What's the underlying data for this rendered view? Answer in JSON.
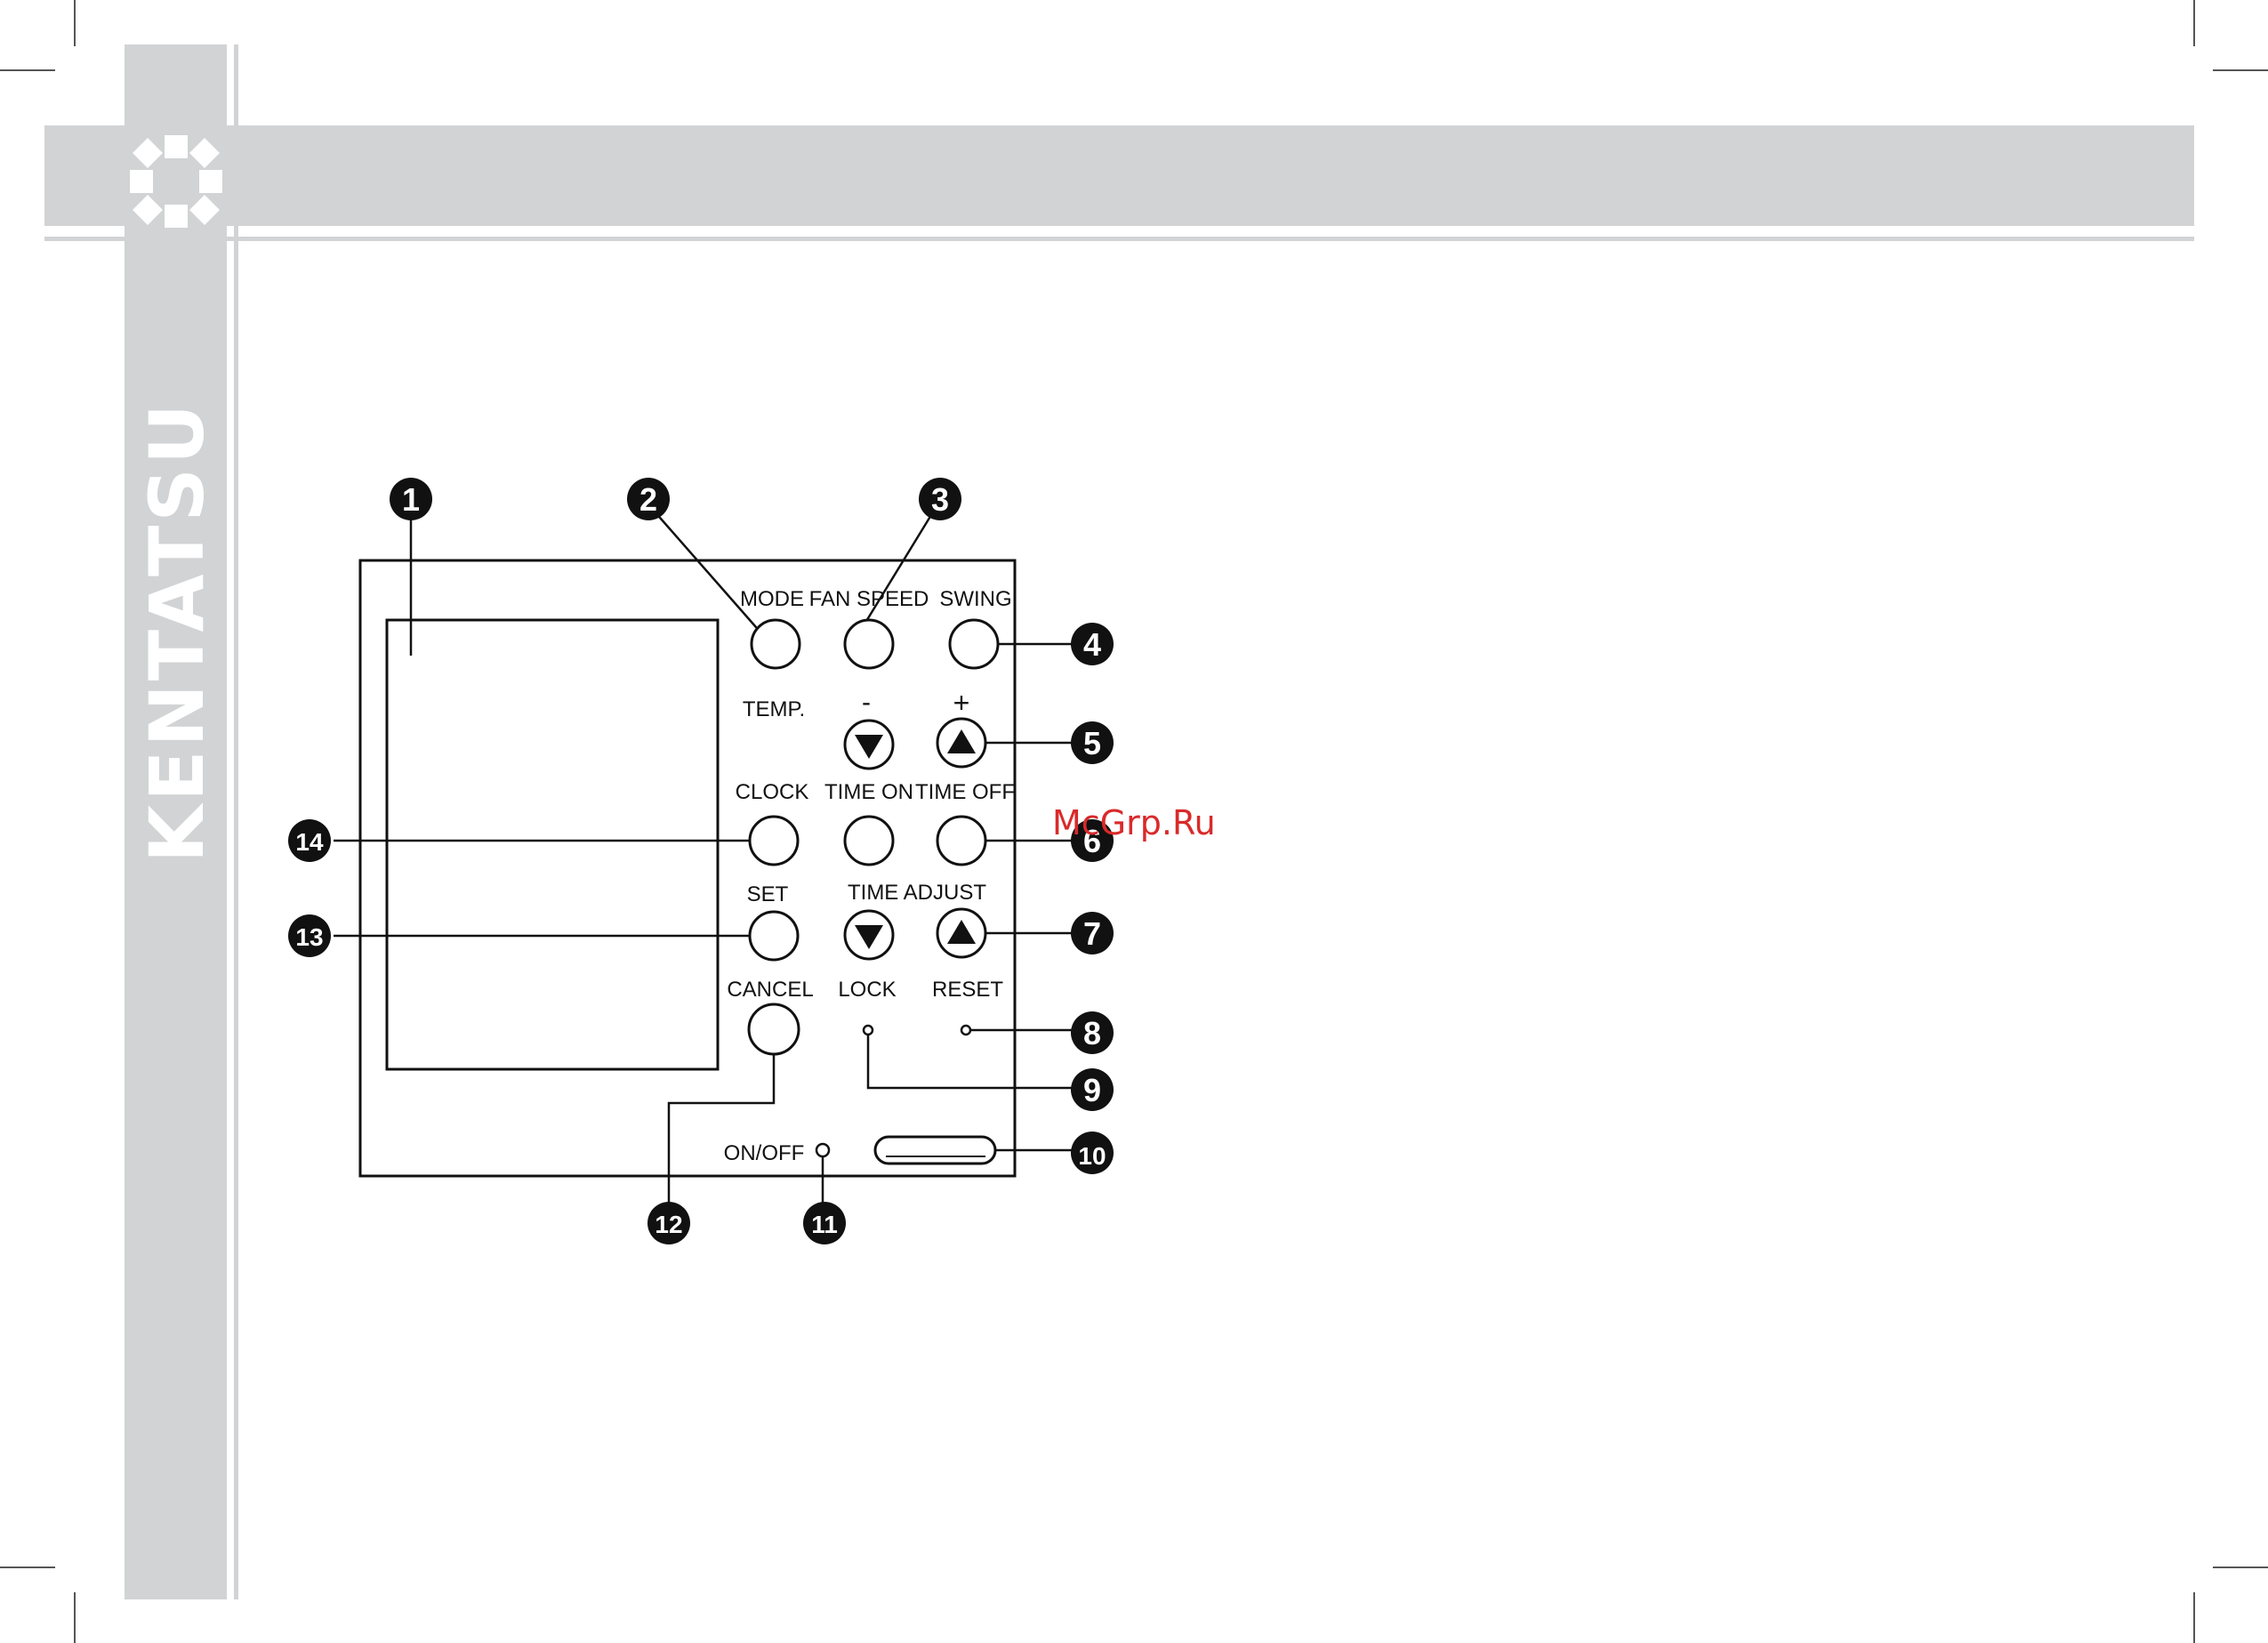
{
  "brand": {
    "name": "KENTATSU"
  },
  "watermark": "McGrp.Ru",
  "colors": {
    "band": "#d1d3d4",
    "ink": "#111111",
    "watermark": "#d92a2a"
  },
  "controller": {
    "labels": {
      "mode": "MODE",
      "fan_speed": "FAN SPEED",
      "swing": "SWING",
      "temp": "TEMP.",
      "minus": "-",
      "plus": "+",
      "clock": "CLOCK",
      "time_on": "TIME ON",
      "time_off": "TIME OFF",
      "set": "SET",
      "time_adjust": "TIME ADJUST",
      "cancel": "CANCEL",
      "lock": "LOCK",
      "reset": "RESET",
      "on_off": "ON/OFF"
    }
  },
  "callouts": [
    "1",
    "2",
    "3",
    "4",
    "5",
    "6",
    "7",
    "8",
    "9",
    "10",
    "11",
    "12",
    "13",
    "14"
  ]
}
